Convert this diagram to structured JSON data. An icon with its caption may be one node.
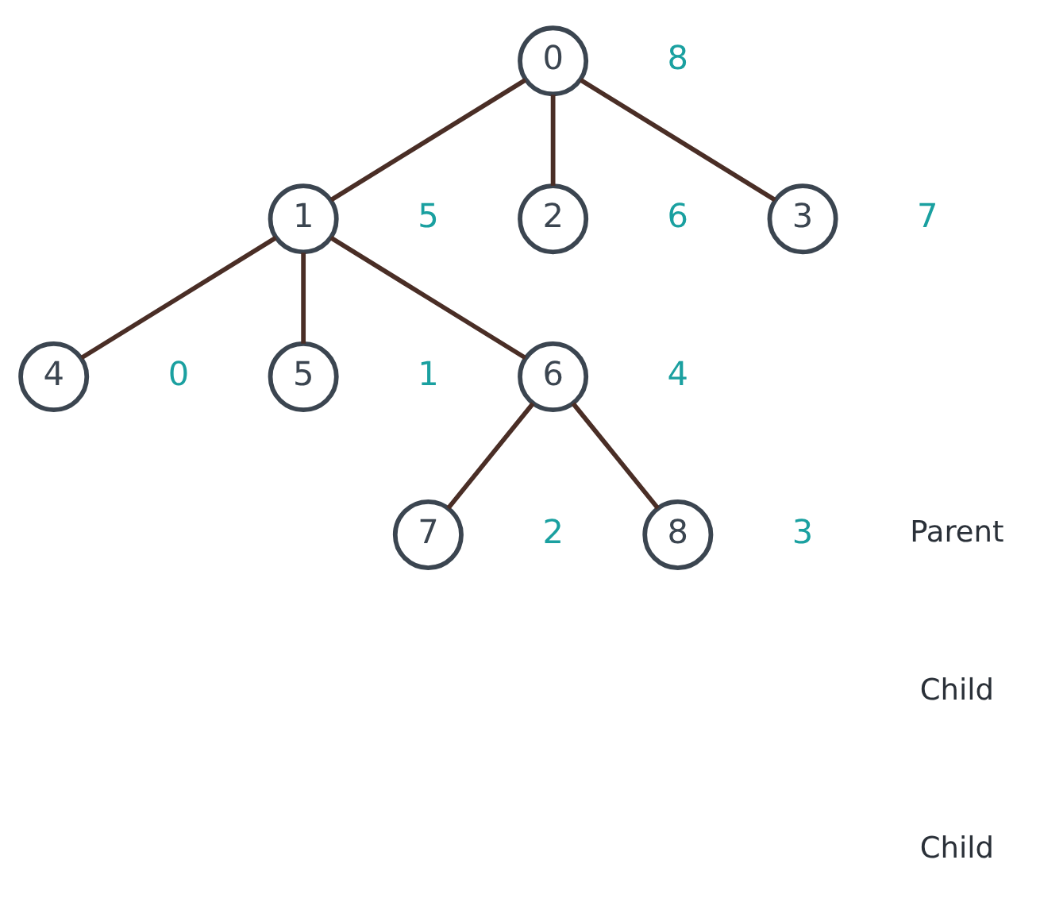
{
  "diagram": {
    "nodes": [
      {
        "text": [
          "0"
        ],
        "beside": [
          "8"
        ]
      },
      {
        "text": [
          "1"
        ],
        "beside": [
          "5"
        ]
      },
      {
        "text": [
          "2"
        ],
        "beside": [
          "6"
        ]
      },
      {
        "text": [
          "3"
        ],
        "beside": [
          "7"
        ]
      },
      {
        "text": [
          "4"
        ],
        "beside": [
          "0"
        ]
      },
      {
        "text": [
          "5"
        ],
        "beside": [
          "1"
        ]
      },
      {
        "text": [
          "6"
        ],
        "beside": [
          "4"
        ]
      },
      {
        "text": [
          "7"
        ],
        "beside": [
          "2"
        ]
      },
      {
        "text": [
          "8"
        ],
        "beside": [
          "3"
        ]
      }
    ],
    "edges": [
      {
        "from": 0,
        "to": 1,
        "arrow": "none"
      },
      {
        "from": 0,
        "to": 2,
        "arrow": "none"
      },
      {
        "from": 0,
        "to": 3,
        "arrow": "none"
      },
      {
        "from": 1,
        "to": 4,
        "arrow": "none"
      },
      {
        "from": 1,
        "to": 5,
        "arrow": "none"
      },
      {
        "from": 1,
        "to": 6,
        "arrow": "none"
      },
      {
        "from": 6,
        "to": 7,
        "arrow": "none"
      },
      {
        "from": 6,
        "to": 8,
        "arrow": "none"
      }
    ],
    "labels": [
      "Parent",
      "Child",
      "Child"
    ]
  }
}
